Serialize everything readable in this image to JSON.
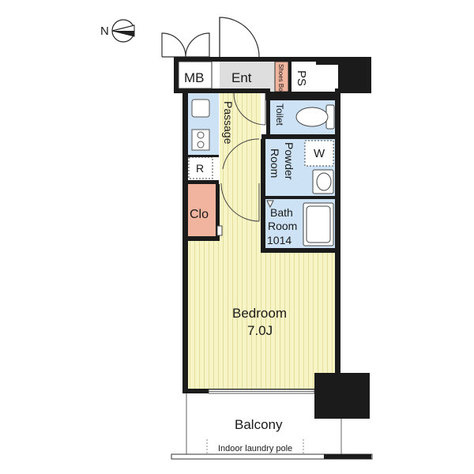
{
  "compass": {
    "label": "N"
  },
  "rooms": {
    "mb": "MB",
    "entrance": "Ent",
    "shoes_box": "Shoes Box",
    "ps": "PS",
    "passage": "Passage",
    "toilet": "Toilet",
    "powder_room": [
      "Powder",
      "Room"
    ],
    "washer": "W",
    "refrigerator": "R",
    "closet": "Clo",
    "bath_room": [
      "Bath",
      "Room",
      "1014"
    ],
    "bedroom": {
      "name": "Bedroom",
      "size": "7.0J"
    },
    "balcony": "Balcony",
    "laundry_pole": "Indoor laundry pole"
  },
  "colors": {
    "wall": "#1b1b1b",
    "floor_wood": "#f7f4c6",
    "floor_stripe": "#e3dc9a",
    "wet_area": "#cde3f5",
    "entrance": "#dedede",
    "storage": "#f1b49f"
  }
}
